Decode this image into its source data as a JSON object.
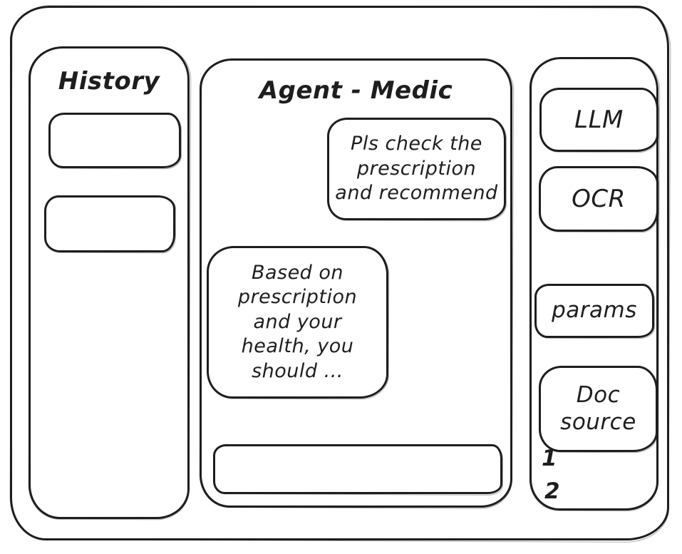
{
  "window": {
    "background": "#ffffff",
    "ink": "#1e1e1e"
  },
  "history_panel": {
    "title": "History",
    "items": [
      {
        "label": ""
      },
      {
        "label": ""
      }
    ]
  },
  "chat_panel": {
    "title": "Agent - Medic",
    "messages": [
      {
        "role": "user",
        "align": "right",
        "text": "Pls check the\nprescription\nand recommend"
      },
      {
        "role": "agent",
        "align": "left",
        "text": "Based on\nprescription\nand your\nhealth, you\nshould ..."
      }
    ],
    "input": {
      "value": "",
      "placeholder": ""
    }
  },
  "tools_panel": {
    "buttons": [
      {
        "id": "llm",
        "label": "LLM"
      },
      {
        "id": "ocr",
        "label": "OCR"
      },
      {
        "id": "params",
        "label": "params"
      },
      {
        "id": "doc-source",
        "label": "Doc source"
      }
    ],
    "doc_source_list": [
      "1",
      "2"
    ]
  }
}
